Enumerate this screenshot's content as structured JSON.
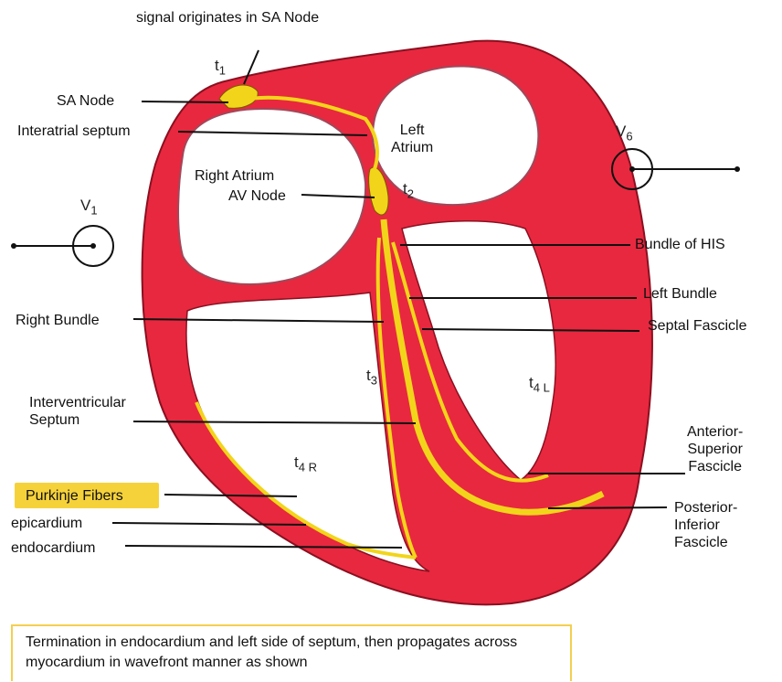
{
  "labels": {
    "signal_origin": "signal originates in SA Node",
    "sa_node": "SA Node",
    "interatrial_septum": "Interatrial septum",
    "left_atrium": "Left\nAtrium",
    "right_atrium": "Right Atrium",
    "av_node": "AV Node",
    "bundle_of_his": "Bundle of HIS",
    "left_bundle": "Left Bundle",
    "right_bundle": "Right Bundle",
    "septal_fascicle": "Septal Fascicle",
    "interventricular_septum": "Interventricular\nSeptum",
    "anterior_superior_fascicle": "Anterior-\nSuperior\nFascicle",
    "purkinje_fibers": "Purkinje Fibers",
    "epicardium": "epicardium",
    "endocardium": "endocardium",
    "posterior_inferior_fascicle": "Posterior-\nInferior\nFascicle"
  },
  "timing": {
    "t1": "t",
    "t1_sub": "1",
    "t2": "t",
    "t2_sub": "2",
    "t3": "t",
    "t3_sub": "3",
    "t4l": "t",
    "t4l_sub": "4 L",
    "t4r": "t",
    "t4r_sub": "4 R"
  },
  "leads": {
    "v1": "V",
    "v1_sub": "1",
    "v6": "V",
    "v6_sub": "6"
  },
  "note": "Termination in endocardium and left side of septum, then propagates across myocardium in wavefront manner as shown",
  "colors": {
    "myocardium": "#e8283f",
    "conduction": "#f2d51a",
    "outline": "#7a0e1c"
  }
}
